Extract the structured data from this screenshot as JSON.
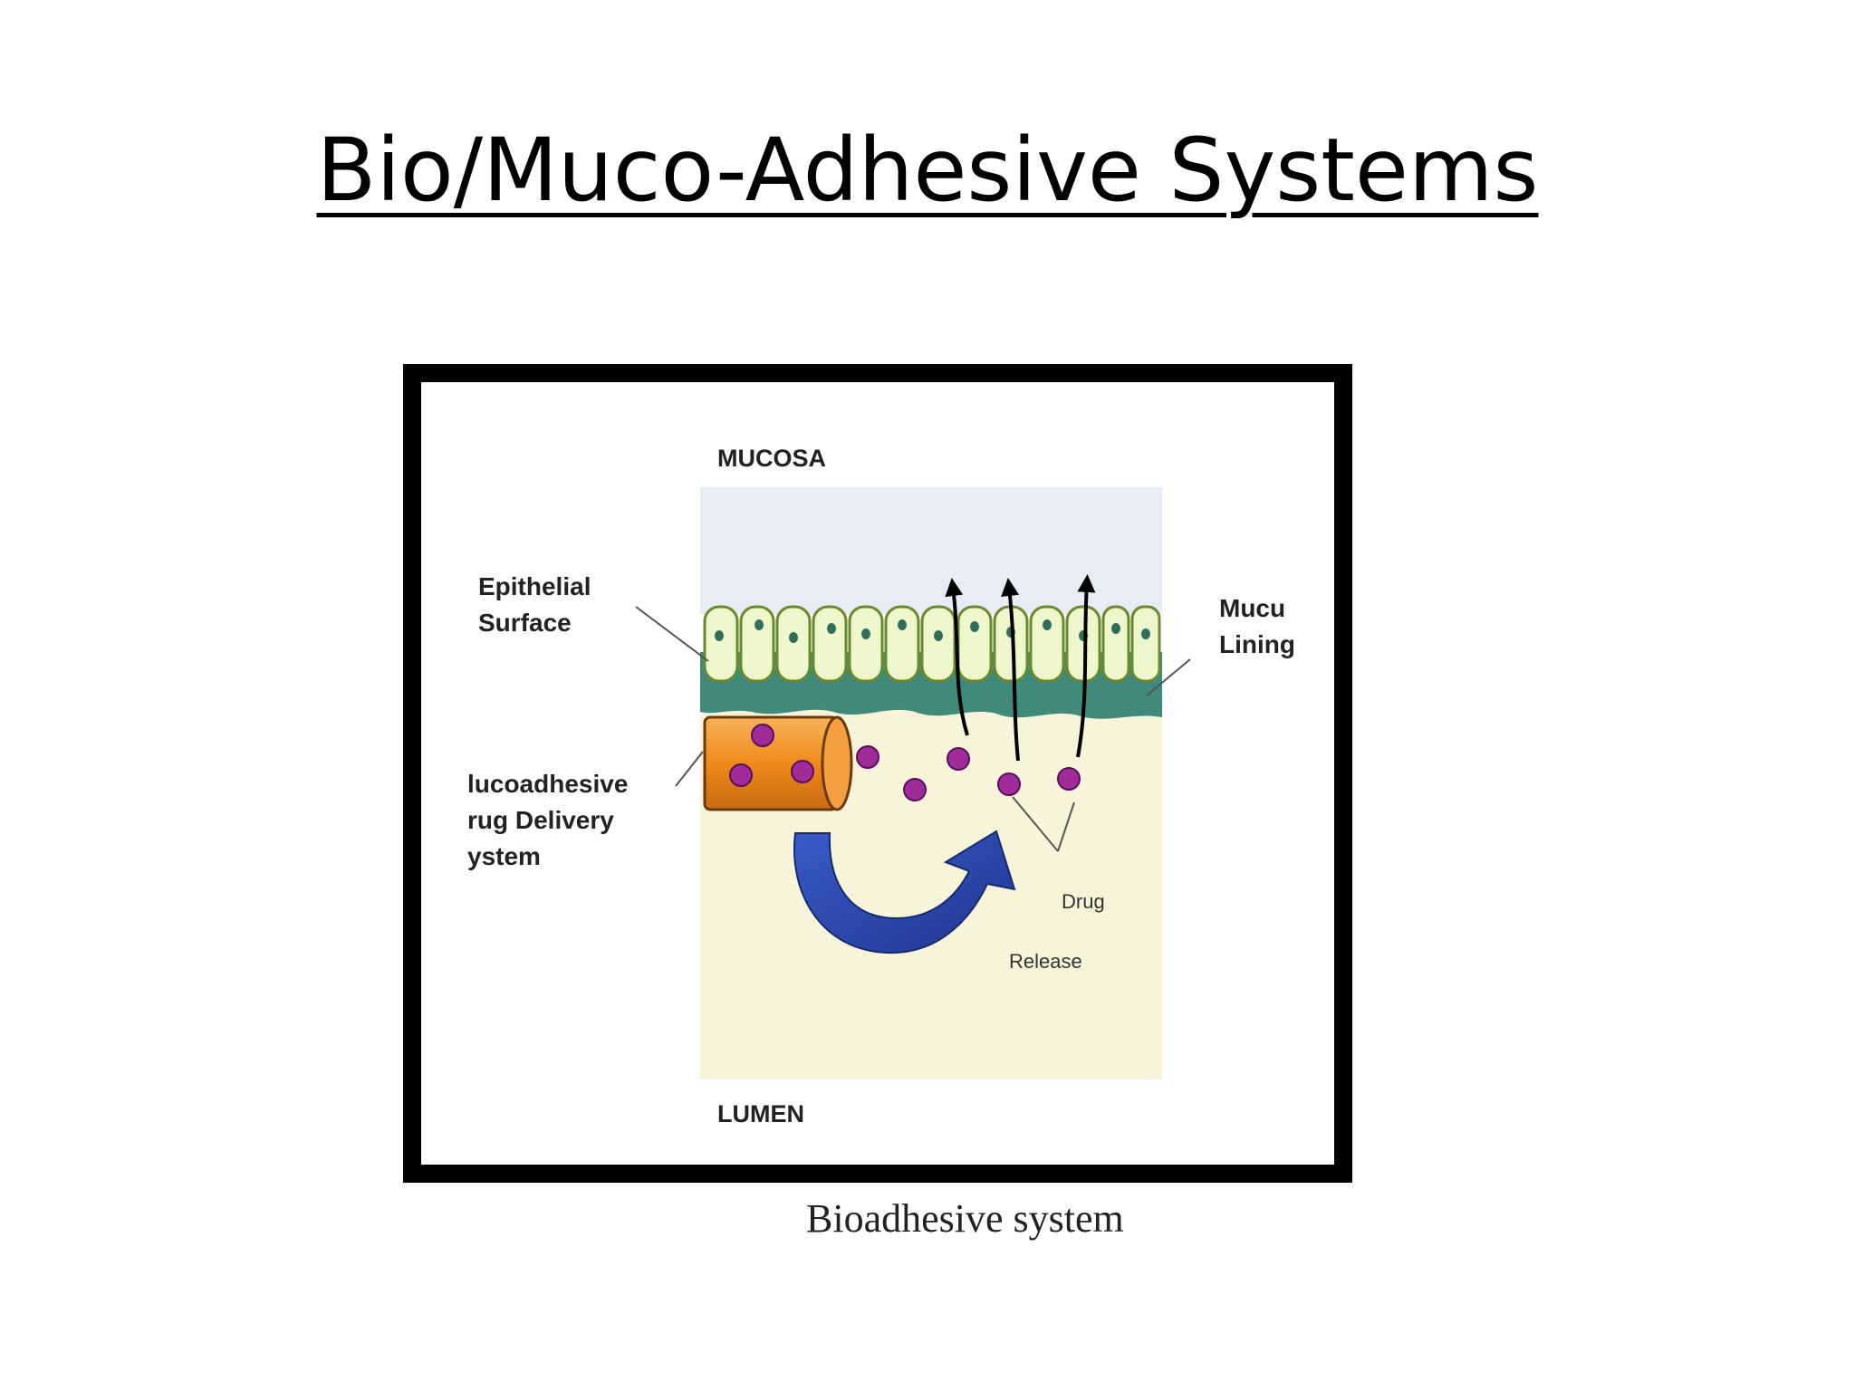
{
  "slide": {
    "title": "Bio/Muco-Adhesive Systems"
  },
  "diagram": {
    "labels": {
      "mucosa": "MUCOSA",
      "epithelial_1": "Epithelial",
      "epithelial_2": "Surface",
      "mucus_1": "Mucu",
      "mucus_2": "Lining",
      "delivery_1": "lucoadhesive",
      "delivery_2": "rug Delivery",
      "delivery_3": "ystem",
      "drug": "Drug",
      "release": "Release",
      "lumen": "LUMEN"
    },
    "colors": {
      "mucosa_bg": "#e8ecf4",
      "lumen_bg": "#f8f4da",
      "cell_fill": "#eef6cc",
      "cell_stroke": "#6a8a30",
      "nucleus": "#2f6e5e",
      "mucus_layer": "#3f8a7a",
      "capsule": "#f08a1a",
      "drug_particle": "#a02c9c",
      "release_arrow": "#2a48a8"
    }
  },
  "caption": "Bioadhesive system"
}
